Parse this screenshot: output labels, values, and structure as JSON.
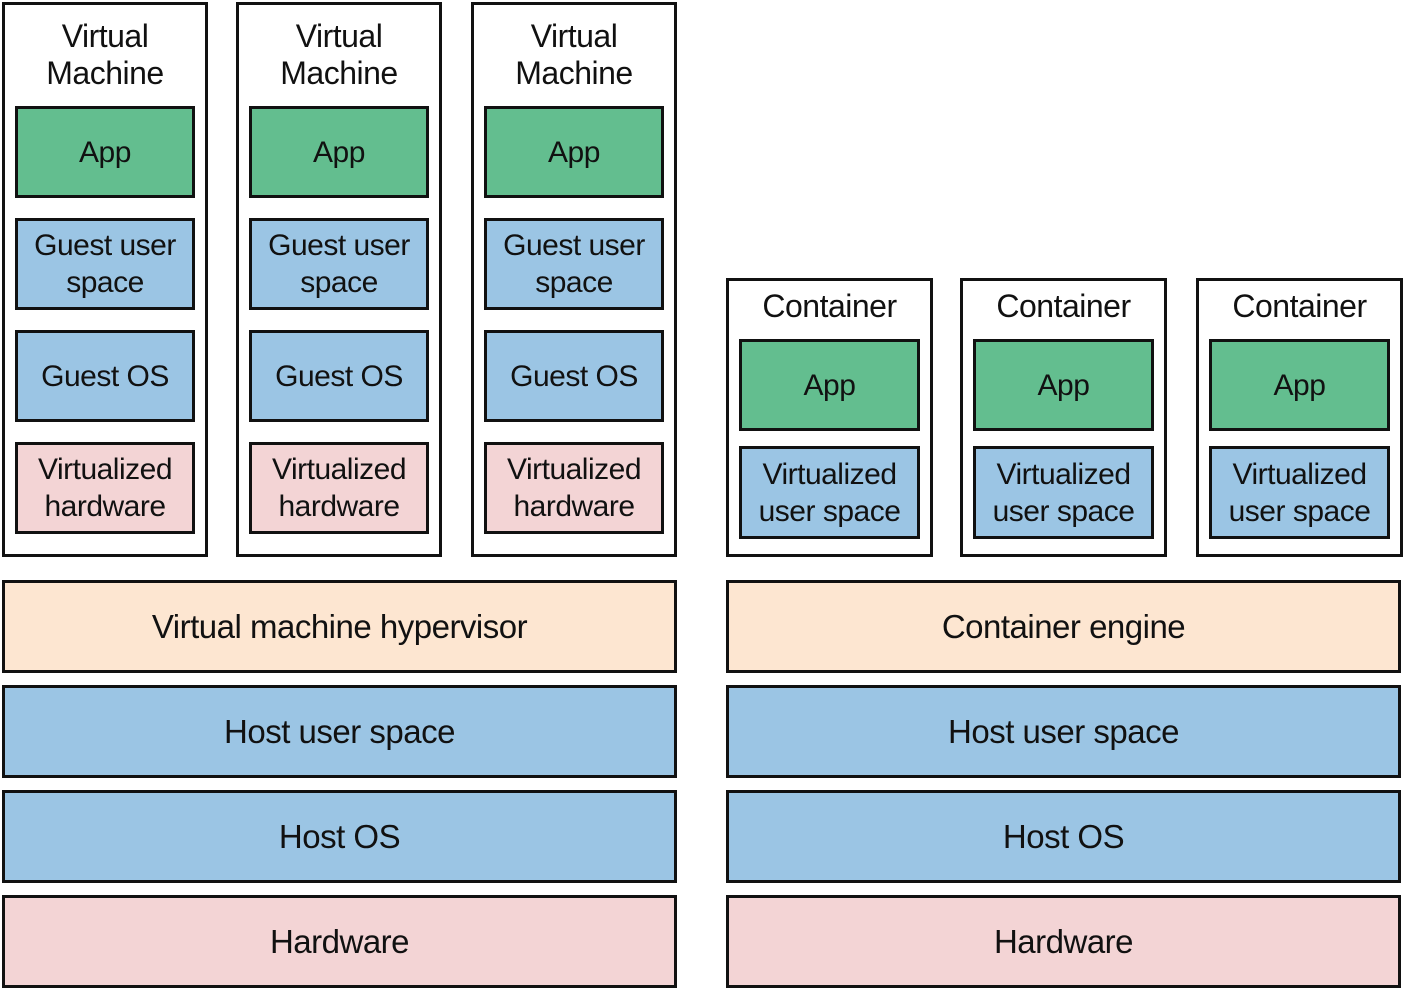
{
  "vm_side": {
    "vms": [
      {
        "title": "Virtual\nMachine",
        "app": "App",
        "guest_user_space": "Guest user\nspace",
        "guest_os": "Guest OS",
        "virtual_hw": "Virtualized\nhardware"
      },
      {
        "title": "Virtual\nMachine",
        "app": "App",
        "guest_user_space": "Guest user\nspace",
        "guest_os": "Guest OS",
        "virtual_hw": "Virtualized\nhardware"
      },
      {
        "title": "Virtual\nMachine",
        "app": "App",
        "guest_user_space": "Guest user\nspace",
        "guest_os": "Guest OS",
        "virtual_hw": "Virtualized\nhardware"
      }
    ],
    "hypervisor": "Virtual machine hypervisor",
    "host_user_space": "Host user space",
    "host_os": "Host OS",
    "hardware": "Hardware"
  },
  "container_side": {
    "containers": [
      {
        "title": "Container",
        "app": "App",
        "virtual_user_space": "Virtualized\nuser space"
      },
      {
        "title": "Container",
        "app": "App",
        "virtual_user_space": "Virtualized\nuser space"
      },
      {
        "title": "Container",
        "app": "App",
        "virtual_user_space": "Virtualized\nuser space"
      }
    ],
    "engine": "Container engine",
    "host_user_space": "Host user space",
    "host_os": "Host OS",
    "hardware": "Hardware"
  },
  "colors": {
    "app": "#63be8f",
    "user_space_os": "#9bc5e4",
    "hardware": "#f3d4d5",
    "engine_hypervisor": "#fde6d1",
    "border": "#111111"
  }
}
